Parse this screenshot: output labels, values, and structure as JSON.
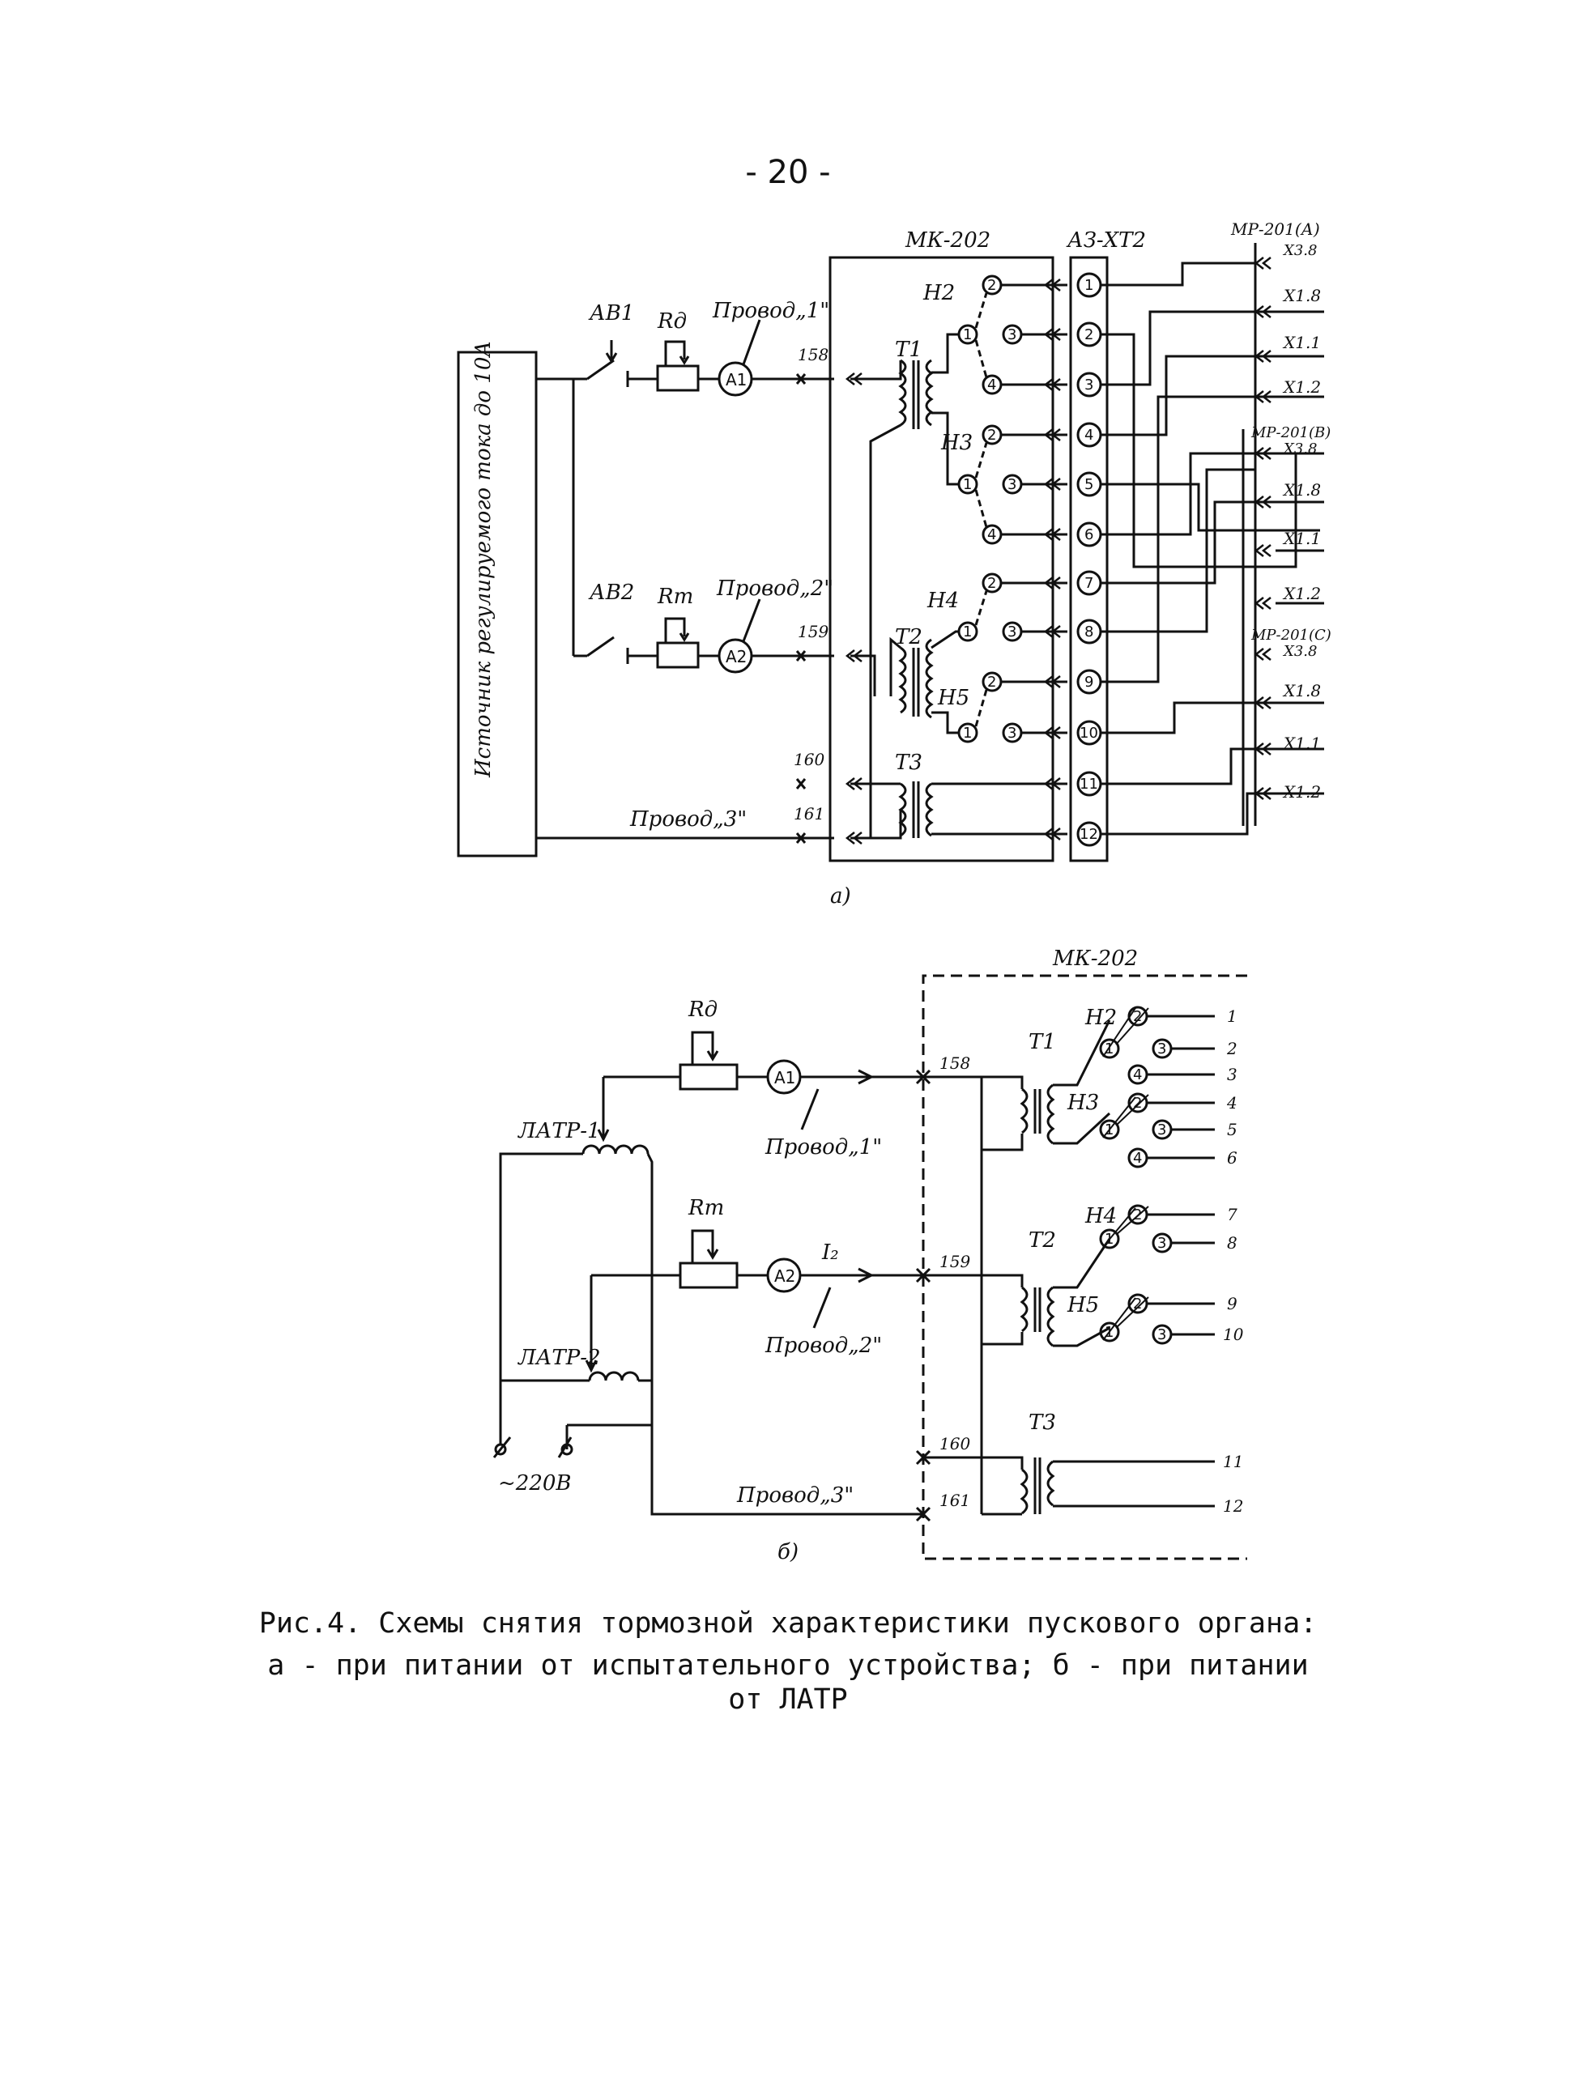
{
  "page_number": "- 20 -",
  "diagram_a": {
    "source_label": "Источник регулируемого тока до 10А",
    "switches": [
      "АВ1",
      "АВ2"
    ],
    "resistors": [
      "Rд",
      "Rт"
    ],
    "ammeters": [
      "A1",
      "A2"
    ],
    "wires": [
      "Провод„1\"",
      "Провод„2\"",
      "Провод„3\""
    ],
    "wire_numbers": [
      "158",
      "159",
      "160",
      "161"
    ],
    "block_mk": "МК-202",
    "block_terminal": "АЗ-ХТ2",
    "transformers": [
      "T1",
      "T2",
      "T3"
    ],
    "windings": [
      "Н2",
      "Н3",
      "Н4",
      "Н5"
    ],
    "tap_labels": [
      "1",
      "2",
      "3",
      "4"
    ],
    "terminals": [
      "1",
      "2",
      "3",
      "4",
      "5",
      "6",
      "7",
      "8",
      "9",
      "10",
      "11",
      "12"
    ],
    "relays": [
      {
        "name": "МР-201(А)",
        "pins": [
          "Х3.8",
          "Х1.8",
          "Х1.1",
          "Х1.2"
        ]
      },
      {
        "name": "МР-201(В)",
        "pins": [
          "Х3.8",
          "Х1.8",
          "Х1.1",
          "Х1.2"
        ]
      },
      {
        "name": "МР-201(С)",
        "pins": [
          "Х3.8",
          "Х1.8",
          "Х1.1",
          "Х1.2"
        ]
      }
    ],
    "label": "а)"
  },
  "diagram_b": {
    "block_mk": "МК-202",
    "latr": [
      "ЛАТР-1",
      "ЛАТР-2"
    ],
    "resistors": [
      "Rд",
      "Rт"
    ],
    "ammeters": [
      "A1",
      "A2"
    ],
    "current": "I₂",
    "wires": [
      "Провод„1\"",
      "Провод„2\"",
      "Провод„3\""
    ],
    "wire_numbers": [
      "158",
      "159",
      "160",
      "161"
    ],
    "transformers": [
      "T1",
      "T2",
      "T3"
    ],
    "windings": [
      "Н2",
      "Н3",
      "Н4",
      "Н5"
    ],
    "tap_labels": [
      "1",
      "2",
      "3",
      "4"
    ],
    "outputs": [
      "1",
      "2",
      "3",
      "4",
      "5",
      "6",
      "7",
      "8",
      "9",
      "10",
      "11",
      "12"
    ],
    "supply": "~220В",
    "label": "б)"
  },
  "caption": {
    "line1": "Рис.4. Схемы снятия тормозной характеристики пускового органа:",
    "line2": "а - при питании от испытательного устройства; б - при питании",
    "line3": "от ЛАТР"
  }
}
